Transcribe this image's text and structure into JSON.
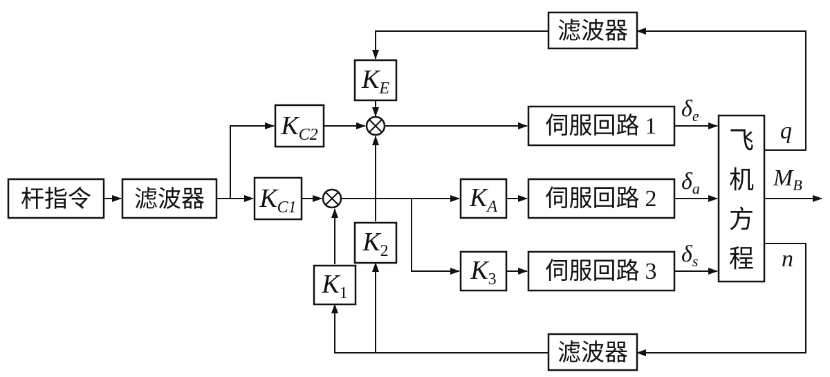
{
  "blocks": {
    "stick_command": "杆指令",
    "input_filter": "滤波器",
    "feedback_filter_top": "滤波器",
    "feedback_filter_bottom": "滤波器",
    "servo_label": "伺服回路",
    "servo_1_num": "1",
    "servo_2_num": "2",
    "servo_3_num": "3",
    "aircraft": [
      "飞",
      "机",
      "方",
      "程"
    ]
  },
  "gains": {
    "K_E": {
      "base": "K",
      "sub": "E"
    },
    "K_C2": {
      "base": "K",
      "sub": "C2"
    },
    "K_C1": {
      "base": "K",
      "sub": "C1"
    },
    "K_A": {
      "base": "K",
      "sub": "A"
    },
    "K_3": {
      "base": "K",
      "sub": "3"
    },
    "K_2": {
      "base": "K",
      "sub": "2"
    },
    "K_1": {
      "base": "K",
      "sub": "1"
    }
  },
  "signals": {
    "delta_e": {
      "base": "δ",
      "sub": "e"
    },
    "delta_a": {
      "base": "δ",
      "sub": "a"
    },
    "delta_s": {
      "base": "δ",
      "sub": "s"
    },
    "q": "q",
    "n": "n",
    "M_B": {
      "base": "M",
      "sub": "B"
    }
  },
  "colors": {
    "ink": "#111111",
    "background": "#ffffff"
  }
}
